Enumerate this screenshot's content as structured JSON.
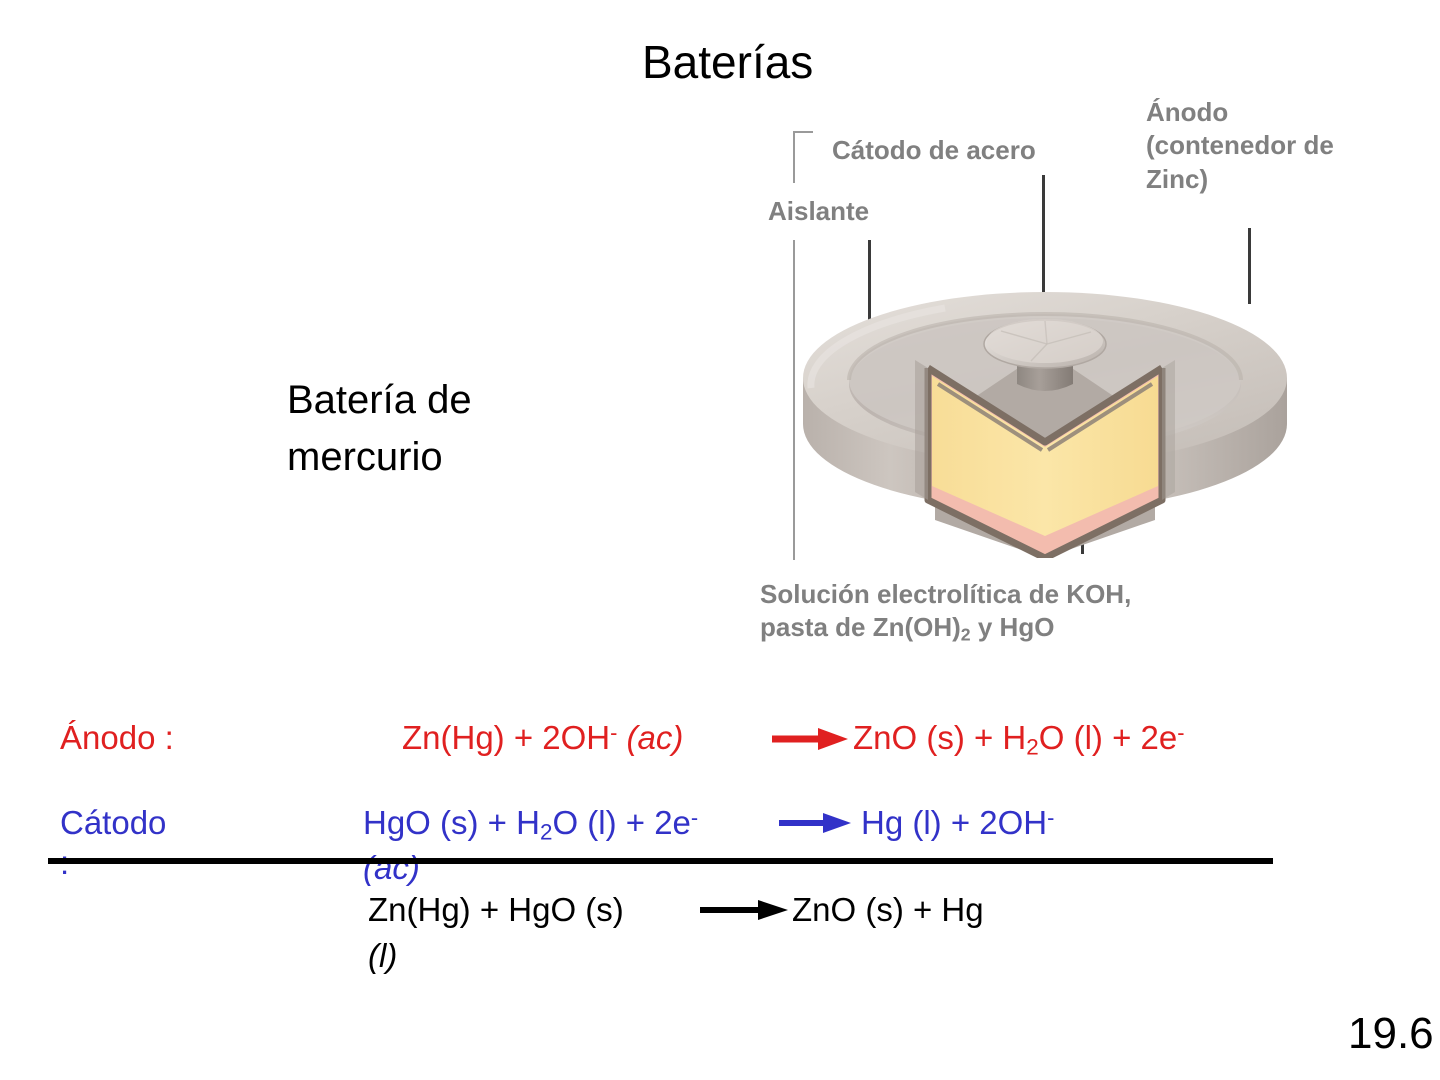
{
  "slide": {
    "title": "Baterías",
    "subject_title": "Batería de mercurio",
    "page_number": "19.6"
  },
  "diagram": {
    "labels": {
      "cathode": "Cátodo de acero",
      "insulator": "Aislante",
      "anode_line1": "Ánodo",
      "anode_line2": "(contenedor de",
      "anode_line3": "Zinc)",
      "electrolyte_line1": "Solución electrolítica de KOH,",
      "electrolyte_line2_a": "pasta de Zn(OH)",
      "electrolyte_line2_sub": "2",
      "electrolyte_line2_b": " y HgO"
    },
    "colors": {
      "label_gray": "#808080",
      "casing_light": "#d6d0cb",
      "casing_mid": "#c3bcb6",
      "casing_dark": "#a9a19b",
      "paste_yellow": "#fae2a0",
      "paste_pink": "#f3bcae",
      "border_brown": "#7d6f64"
    }
  },
  "equations": {
    "anode": {
      "label": "Ánodo :",
      "reactants": "Zn(Hg) + 2OH",
      "reactants_sup": "-",
      "reactants_state": " (ac)",
      "products_a": "ZnO (s) + H",
      "products_sub": "2",
      "products_b": "O (l) + 2e",
      "products_sup": "-",
      "color": "#e02020"
    },
    "cathode": {
      "label_line1": "Cátodo",
      "label_line2": ":",
      "reactants_a": "HgO (s) + H",
      "reactants_sub": "2",
      "reactants_b": "O (l) + 2e",
      "reactants_sup": "-",
      "wrap_text": "(ac)",
      "products_a": "Hg (l) + 2OH",
      "products_sup": "-",
      "color": "#3232c8"
    },
    "overall": {
      "reactants": "Zn(Hg) + HgO (s)",
      "products": "ZnO (s) + Hg",
      "wrap_text": "(l)",
      "color": "#000000"
    }
  }
}
